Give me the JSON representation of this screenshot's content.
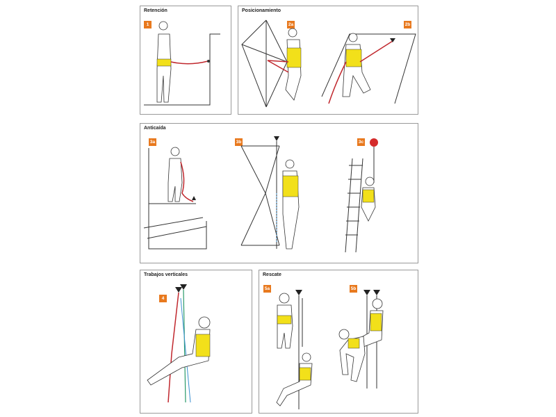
{
  "panels": {
    "retencion": {
      "title": "Retención",
      "badges": [
        "1"
      ]
    },
    "posicionamiento": {
      "title": "Posicionamiento",
      "badges": [
        "2a",
        "2b"
      ]
    },
    "anticaida": {
      "title": "Anticaída",
      "badges": [
        "3a",
        "3b",
        "3c"
      ]
    },
    "trabajos": {
      "title": "Trabajos verticales",
      "badges": [
        "4"
      ]
    },
    "rescate": {
      "title": "Rescate",
      "badges": [
        "5a",
        "5b"
      ]
    }
  },
  "colors": {
    "badge": "#e8791e",
    "harness": "#f2e01a",
    "lanyard": "#c0272d"
  }
}
